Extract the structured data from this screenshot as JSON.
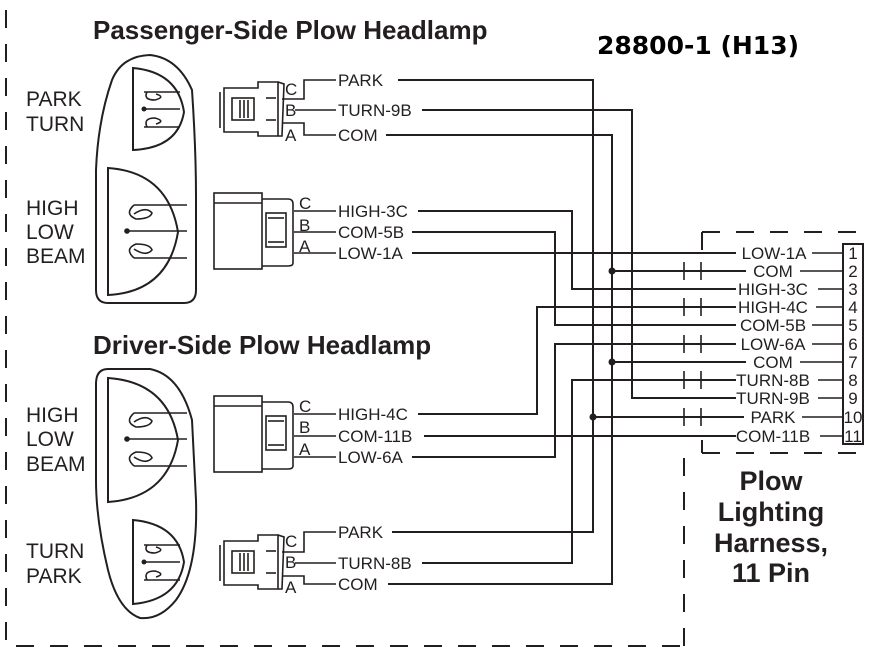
{
  "part_number": "28800-1 (H13)",
  "passenger": {
    "title": "Passenger-Side Plow Headlamp",
    "upper_lamp_label": [
      "PARK",
      "TURN"
    ],
    "lower_lamp_label": [
      "HIGH",
      "LOW",
      "BEAM"
    ],
    "small_connector": {
      "pins": [
        "C",
        "B",
        "A"
      ],
      "wires": [
        "PARK",
        "TURN-9B",
        "COM"
      ]
    },
    "large_connector": {
      "pins": [
        "C",
        "B",
        "A"
      ],
      "wires": [
        "HIGH-3C",
        "COM-5B",
        "LOW-1A"
      ]
    }
  },
  "driver": {
    "title": "Driver-Side Plow Headlamp",
    "upper_lamp_label": [
      "HIGH",
      "LOW",
      "BEAM"
    ],
    "lower_lamp_label": [
      "TURN",
      "PARK"
    ],
    "large_connector": {
      "pins": [
        "C",
        "B",
        "A"
      ],
      "wires": [
        "HIGH-4C",
        "COM-11B",
        "LOW-6A"
      ]
    },
    "small_connector": {
      "pins": [
        "C",
        "B",
        "A"
      ],
      "wires": [
        "PARK",
        "TURN-8B",
        "COM"
      ]
    }
  },
  "harness": {
    "title": [
      "Plow",
      "Lighting",
      "Harness,",
      "11 Pin"
    ],
    "pins": [
      {
        "number": "1",
        "label": "LOW-1A"
      },
      {
        "number": "2",
        "label": "COM"
      },
      {
        "number": "3",
        "label": "HIGH-3C"
      },
      {
        "number": "4",
        "label": "HIGH-4C"
      },
      {
        "number": "5",
        "label": "COM-5B"
      },
      {
        "number": "6",
        "label": "LOW-6A"
      },
      {
        "number": "7",
        "label": "COM"
      },
      {
        "number": "8",
        "label": "TURN-8B"
      },
      {
        "number": "9",
        "label": "TURN-9B"
      },
      {
        "number": "10",
        "label": "PARK"
      },
      {
        "number": "11",
        "label": "COM-11B"
      }
    ]
  }
}
